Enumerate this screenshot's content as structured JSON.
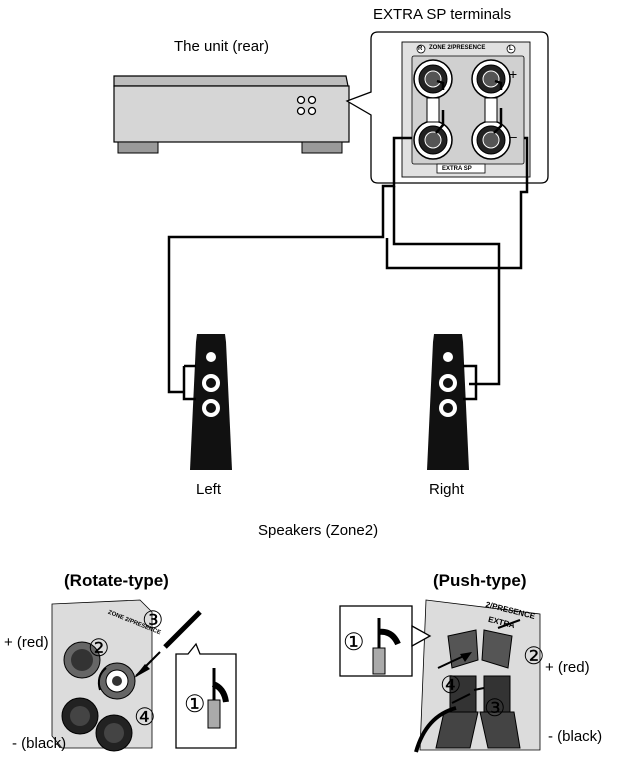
{
  "diagram": {
    "extra_sp_terminals_label": "EXTRA SP terminals",
    "unit_rear_label": "The unit (rear)",
    "zone2_presence_label": "ZONE 2/PRESENCE",
    "extra_sp_panel_label": "EXTRA SP",
    "terminal_r_mark": "R",
    "terminal_l_mark": "L",
    "plus_mark": "+",
    "minus_mark": "–",
    "left_speaker_label": "Left",
    "right_speaker_label": "Right",
    "speakers_caption": "Speakers (Zone2)"
  },
  "rotate_type": {
    "title": "(Rotate-type)",
    "plus_label": "+ (red)",
    "minus_label": "- (black)",
    "step1": "①",
    "step2": "②",
    "step3": "③",
    "step4": "④",
    "panel_text": "ZONE 2/PRESENCE"
  },
  "push_type": {
    "title": "(Push-type)",
    "plus_label": "+ (red)",
    "minus_label": "- (black)",
    "step1": "①",
    "step2": "②",
    "step3": "③",
    "step4": "④",
    "panel_text_1": "2/PRESENCE",
    "panel_text_2": "EXTRA"
  },
  "colors": {
    "unit_body": "#d6d6d6",
    "panel_grey": "#dcdcdc",
    "speaker_black": "#111111",
    "line": "#000000"
  }
}
